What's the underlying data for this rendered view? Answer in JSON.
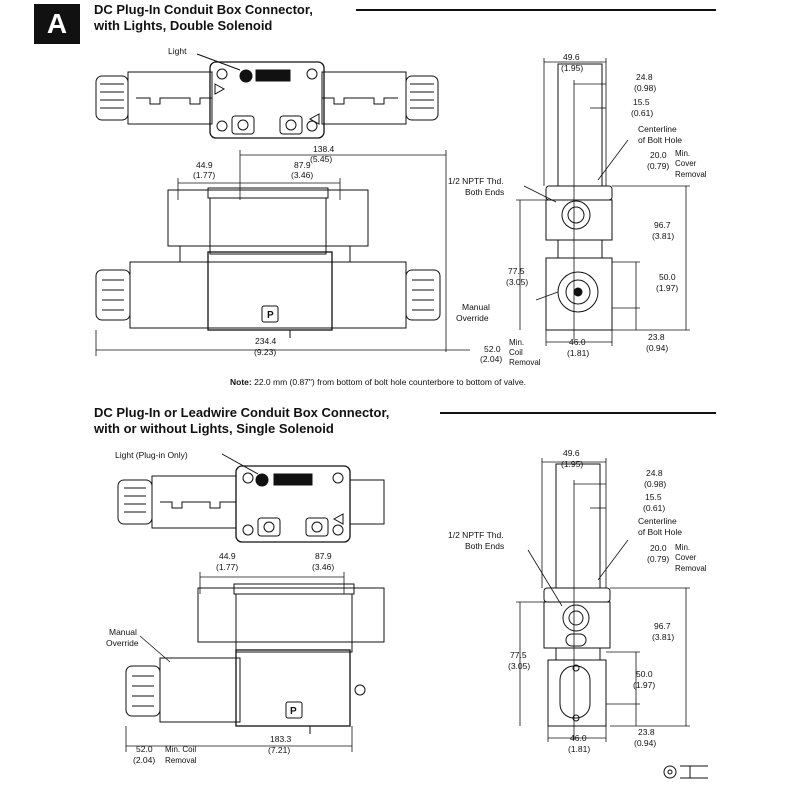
{
  "section_letter": "A",
  "top": {
    "title_line1": "DC Plug-In Conduit Box Connector,",
    "title_line2": "with Lights, Double Solenoid",
    "light_label": "Light",
    "dims": {
      "d138_mm": "138.4",
      "d138_in": "(5.45)",
      "d44_mm": "44.9",
      "d44_in": "(1.77)",
      "d87_mm": "87.9",
      "d87_in": "(3.46)",
      "d234_mm": "234.4",
      "d234_in": "(9.23)",
      "d52_mm": "52.0",
      "d52_in": "(2.04)",
      "coil_label1": "Min.",
      "coil_label2": "Coil",
      "coil_label3": "Removal",
      "r49_mm": "49.6",
      "r49_in": "(1.95)",
      "r24_mm": "24.8",
      "r24_in": "(0.98)",
      "r15_mm": "15.5",
      "r15_in": "(0.61)",
      "centerline1": "Centerline",
      "centerline2": "of Bolt Hole",
      "r20_mm": "20.0",
      "r20_in": "(0.79)",
      "cover1": "Min.",
      "cover2": "Cover",
      "cover3": "Removal",
      "nptf1": "1/2 NPTF Thd.",
      "nptf2": "Both Ends",
      "r96_mm": "96.7",
      "r96_in": "(3.81)",
      "r77_mm": "77.5",
      "r77_in": "(3.05)",
      "r50_mm": "50.0",
      "r50_in": "(1.97)",
      "manual1": "Manual",
      "manual2": "Override",
      "r46_mm": "46.0",
      "r46_in": "(1.81)",
      "r23_mm": "23.8",
      "r23_in": "(0.94)",
      "p_mark": "P"
    },
    "note_bold": "Note:",
    "note_text": "22.0 mm (0.87\") from bottom of bolt hole counterbore to bottom of valve."
  },
  "bottom": {
    "title_line1": "DC Plug-In or Leadwire Conduit Box Connector,",
    "title_line2": "with or without Lights, Single Solenoid",
    "light_label": "Light (Plug-in Only)",
    "dims": {
      "d44_mm": "44.9",
      "d44_in": "(1.77)",
      "d87_mm": "87.9",
      "d87_in": "(3.46)",
      "manual1": "Manual",
      "manual2": "Override",
      "d183_mm": "183.3",
      "d183_in": "(7.21)",
      "d52_mm": "52.0",
      "d52_in": "(2.04)",
      "coil_label1": "Min. Coil",
      "coil_label2": "Removal",
      "r49_mm": "49.6",
      "r49_in": "(1.95)",
      "r24_mm": "24.8",
      "r24_in": "(0.98)",
      "r15_mm": "15.5",
      "r15_in": "(0.61)",
      "centerline1": "Centerline",
      "centerline2": "of Bolt Hole",
      "r20_mm": "20.0",
      "r20_in": "(0.79)",
      "cover1": "Min.",
      "cover2": "Cover",
      "cover3": "Removal",
      "nptf1": "1/2 NPTF Thd.",
      "nptf2": "Both Ends",
      "r96_mm": "96.7",
      "r96_in": "(3.81)",
      "r77_mm": "77.5",
      "r77_in": "(3.05)",
      "r50_mm": "50.0",
      "r50_in": "(1.97)",
      "r46_mm": "46.0",
      "r46_in": "(1.81)",
      "r23_mm": "23.8",
      "r23_in": "(0.94)",
      "p_mark": "P"
    }
  }
}
